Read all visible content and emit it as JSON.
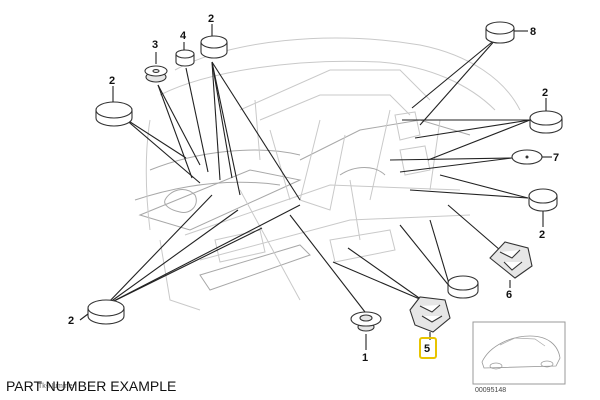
{
  "callouts": {
    "c1": "1",
    "c2a": "2",
    "c2b": "2",
    "c2c": "2",
    "c2d": "2",
    "c2e": "2",
    "c3": "3",
    "c4": "4",
    "c5": "5",
    "c6": "6",
    "c7": "7",
    "c8": "8"
  },
  "highlight_color": "#e8c400",
  "footer": {
    "label": "PART NUMBER EXAMPLE",
    "sub_label": "Tk-Nummer",
    "doc_number": "00095148"
  }
}
